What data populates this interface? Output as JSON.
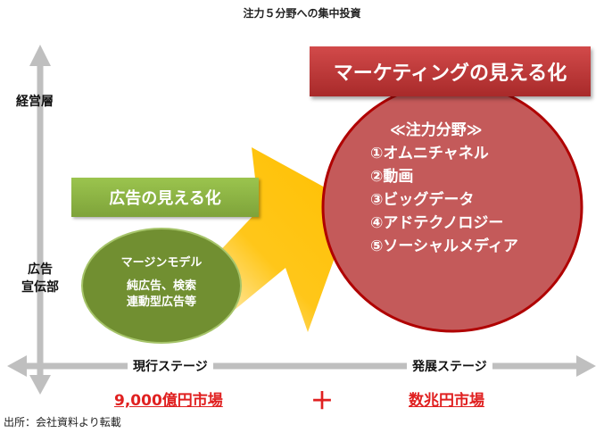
{
  "title": "注力５分野への集中投資",
  "y_axis": {
    "top_label": "経営層",
    "bottom_label_line1": "広告",
    "bottom_label_line2": "宣伝部"
  },
  "x_axis": {
    "left_label": "現行ステージ",
    "right_label": "発展ステージ"
  },
  "current": {
    "box_label": "広告の見える化",
    "ellipse_title": "マージンモデル",
    "ellipse_line1": "純広告、検索",
    "ellipse_line2": "連動型広告等",
    "market": "9,000億円市場"
  },
  "future": {
    "box_label": "マーケティングの見える化",
    "focus_title": "≪注力分野≫",
    "focus_items": [
      "①オムニチャネル",
      "②動画",
      "③ビッグデータ",
      "④アドテクノロジー",
      "⑤ソーシャルメディア"
    ],
    "market": "数兆円市場"
  },
  "plus": "＋",
  "source": "出所：会社資料より転載",
  "colors": {
    "green": "#7ea33a",
    "red": "#c0504d",
    "arrow": "#ffc000",
    "axis": "#bfbfbf",
    "market": "#e02020"
  }
}
